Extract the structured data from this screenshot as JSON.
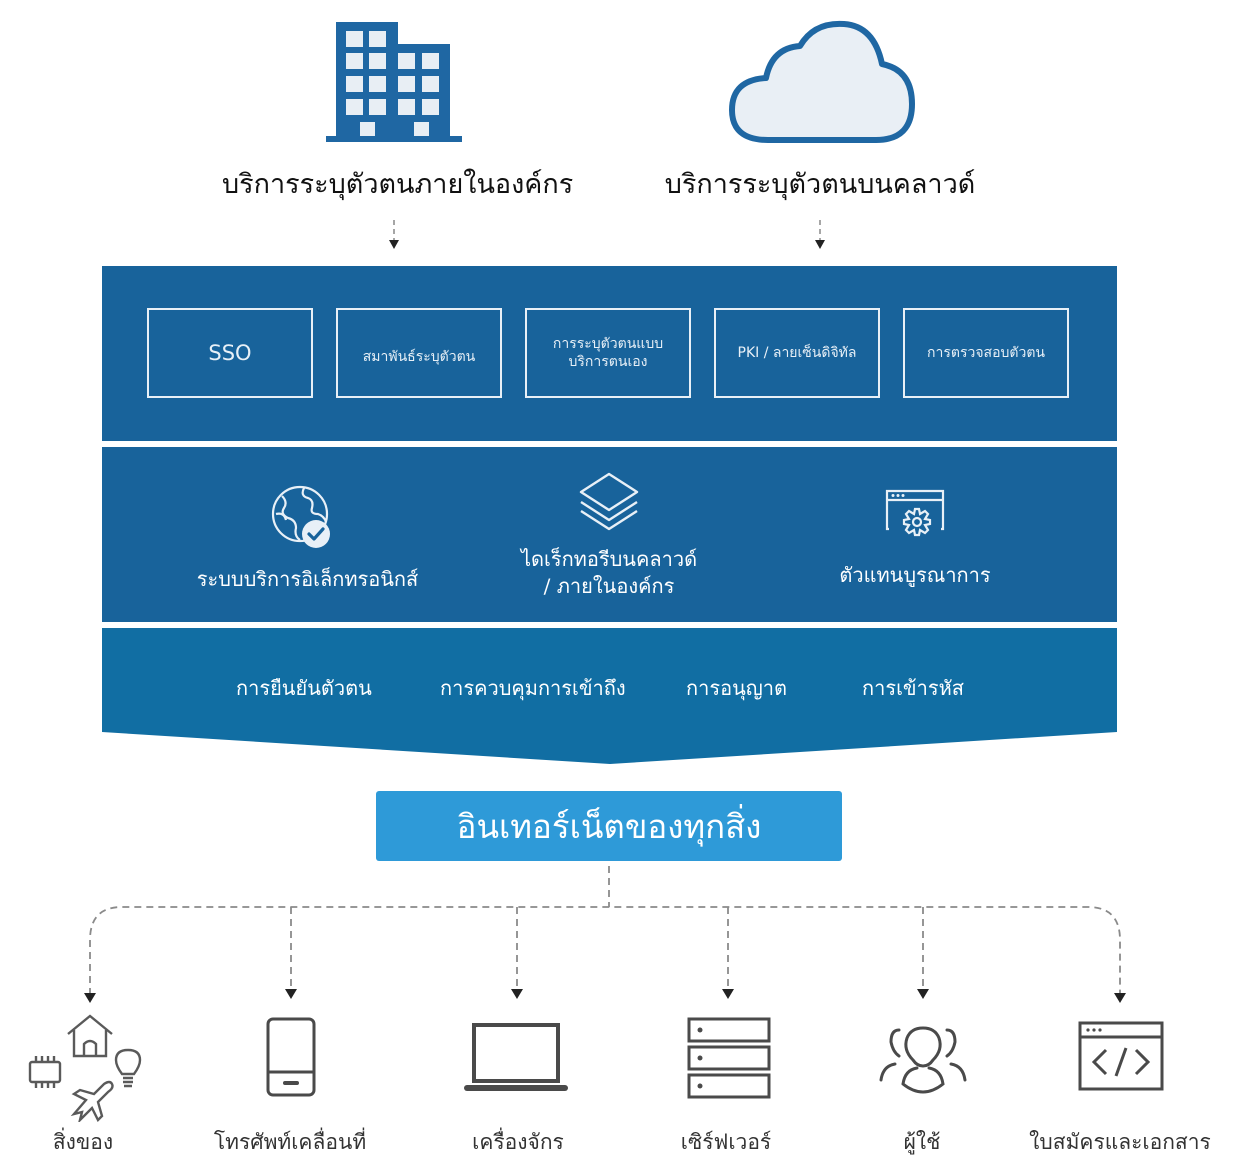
{
  "sources": [
    {
      "label": "บริการระบุตัวตนภายในองค์กร",
      "icon": "office-building-icon"
    },
    {
      "label": "บริการระบุตัวตนบนคลาวด์",
      "icon": "cloud-icon"
    }
  ],
  "capabilities": [
    {
      "label": "SSO"
    },
    {
      "label": "สมาพันธ์ระบุตัวตน"
    },
    {
      "label": "การระบุตัวตนแบบบริการตนเอง"
    },
    {
      "label": "PKI / ลายเซ็นดิจิทัล"
    },
    {
      "label": "การตรวจสอบตัวตน"
    }
  ],
  "integrations": [
    {
      "label": "ระบบบริการอิเล็กทรอนิกส์",
      "icon": "globe-check-icon"
    },
    {
      "label_line1": "ไดเร็กทอรีบนคลาวด์",
      "label_line2": "/ ภายในองค์กร",
      "icon": "layers-icon"
    },
    {
      "label": "ตัวแทนบูรณาการ",
      "icon": "window-gear-icon"
    }
  ],
  "foundations": [
    {
      "label": "การยืนยันตัวตน"
    },
    {
      "label": "การควบคุมการเข้าถึง"
    },
    {
      "label": "การอนุญาต"
    },
    {
      "label": "การเข้ารหัส"
    }
  ],
  "hub": {
    "label": "อินเทอร์เน็ตของทุกสิ่ง"
  },
  "endpoints": [
    {
      "label": "สิ่งของ",
      "icon": "things-icon"
    },
    {
      "label": "โทรศัพท์เคลื่อนที่",
      "icon": "mobile-phone-icon"
    },
    {
      "label": "เครื่องจักร",
      "icon": "laptop-icon"
    },
    {
      "label": "เซิร์ฟเวอร์",
      "icon": "server-icon"
    },
    {
      "label": "ผู้ใช้",
      "icon": "users-icon"
    },
    {
      "label": "ใบสมัครและเอกสาร",
      "icon": "code-window-icon"
    }
  ],
  "colors": {
    "panel_dark": "#18639b",
    "panel_base": "#116ea3",
    "hub": "#2e9ad8",
    "source_icon": "#1f67a3",
    "cloud_fill": "#e9eff5",
    "endpoint_icon": "#4a4a4a"
  }
}
